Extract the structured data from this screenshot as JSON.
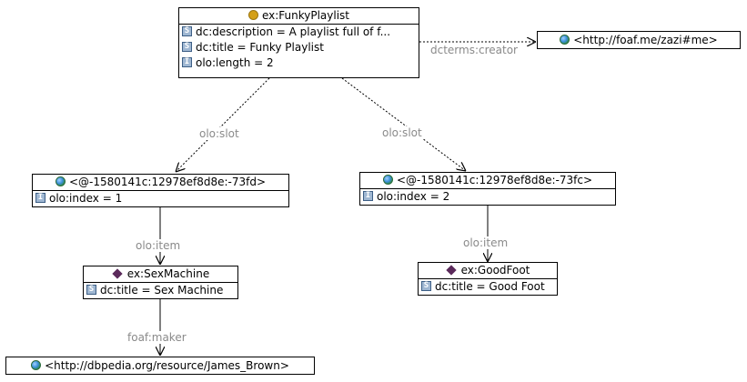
{
  "nodes": {
    "playlist": {
      "title": "ex:FunkyPlaylist",
      "rows": [
        {
          "badge": "S",
          "text": "dc:description = A playlist full of f..."
        },
        {
          "badge": "S",
          "text": "dc:title = Funky Playlist"
        },
        {
          "badge": "I",
          "text": "olo:length = 2"
        }
      ]
    },
    "creator": {
      "title": "<http://foaf.me/zazi#me>"
    },
    "slot_left": {
      "title": "<@-1580141c:12978ef8d8e:-73fd>",
      "rows": [
        {
          "badge": "I",
          "text": "olo:index = 1"
        }
      ]
    },
    "slot_right": {
      "title": "<@-1580141c:12978ef8d8e:-73fc>",
      "rows": [
        {
          "badge": "I",
          "text": "olo:index = 2"
        }
      ]
    },
    "sexmachine": {
      "title": "ex:SexMachine",
      "rows": [
        {
          "badge": "S",
          "text": "dc:title = Sex Machine"
        }
      ]
    },
    "goodfoot": {
      "title": "ex:GoodFoot",
      "rows": [
        {
          "badge": "S",
          "text": "dc:title = Good Foot"
        }
      ]
    },
    "jamesbrown": {
      "title": "<http://dbpedia.org/resource/James_Brown>"
    }
  },
  "edges": {
    "creator": "dcterms:creator",
    "slot_left": "olo:slot",
    "slot_right": "olo:slot",
    "item_left": "olo:item",
    "item_right": "olo:item",
    "maker": "foaf:maker"
  },
  "colors": {
    "edge_line": "#000000",
    "edge_label": "#8a8a8a",
    "class_icon": "#d4a017",
    "instance_icon": "#5b2a5b",
    "literal_badge": "#9fb7d2"
  }
}
